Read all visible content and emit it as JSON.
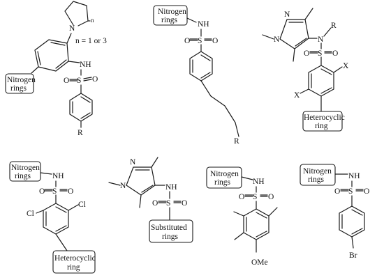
{
  "structures": [
    {
      "id": "s1",
      "group_label": "Nitrogen rings",
      "amine": "NH",
      "sulfur": "S",
      "oxygen": "O",
      "ring_n": "N",
      "ring_size_var": "n",
      "ring_size_note": "n = 1 or 3",
      "substituent": "R"
    },
    {
      "id": "s2",
      "group_label": "Nitrogen rings",
      "amine": "NH",
      "sulfur": "S",
      "oxygen": "O",
      "substituent": "R"
    },
    {
      "id": "s3",
      "group_label": "Heterocyclic ring",
      "amine": "N",
      "n_substituent": "R",
      "sulfur": "S",
      "oxygen": "O",
      "halogen": "X",
      "pyrazole_n": "N"
    },
    {
      "id": "s4",
      "group_label": "Nitrogen rings",
      "bottom_label": "Heterocyclic ring",
      "amine": "NH",
      "sulfur": "S",
      "oxygen": "O",
      "halogen": "Cl"
    },
    {
      "id": "s5",
      "group_label": "Substituted rings",
      "amine": "NH",
      "sulfur": "S",
      "oxygen": "O",
      "pyrazole_n": "N"
    },
    {
      "id": "s6",
      "group_label": "Nitrogen rings",
      "amine": "NH",
      "sulfur": "S",
      "oxygen": "O",
      "methoxy": "OMe"
    },
    {
      "id": "s7",
      "group_label": "Nitrogen rings",
      "amine": "NH",
      "sulfur": "S",
      "oxygen": "O",
      "halogen": "Br"
    }
  ]
}
